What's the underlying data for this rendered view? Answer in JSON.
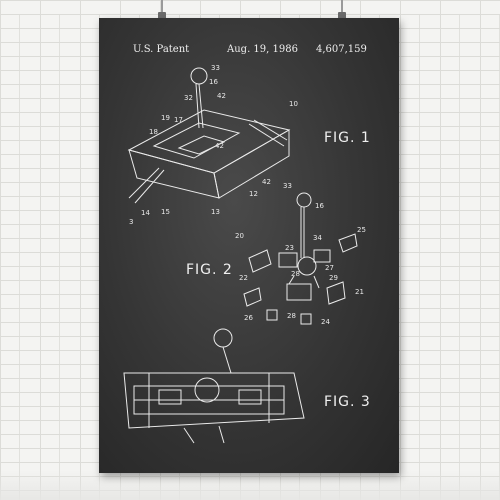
{
  "poster": {
    "header": {
      "patent_label": "U.S. Patent",
      "date": "Aug. 19, 1986",
      "number": "4,607,159"
    },
    "figures": [
      {
        "label": "FIG. 1"
      },
      {
        "label": "FIG. 2"
      },
      {
        "label": "FIG. 3"
      }
    ],
    "ref_numbers": [
      "33",
      "16",
      "32",
      "42",
      "10",
      "19",
      "18",
      "17",
      "42",
      "12",
      "42",
      "14",
      "15",
      "13",
      "3",
      "33",
      "16",
      "20",
      "34",
      "25",
      "22",
      "23",
      "27",
      "28",
      "29",
      "21",
      "26",
      "28",
      "24"
    ]
  },
  "colors": {
    "chalkboard": "#353535",
    "chalk": "#efefef",
    "wall": "#f4f4f2"
  }
}
